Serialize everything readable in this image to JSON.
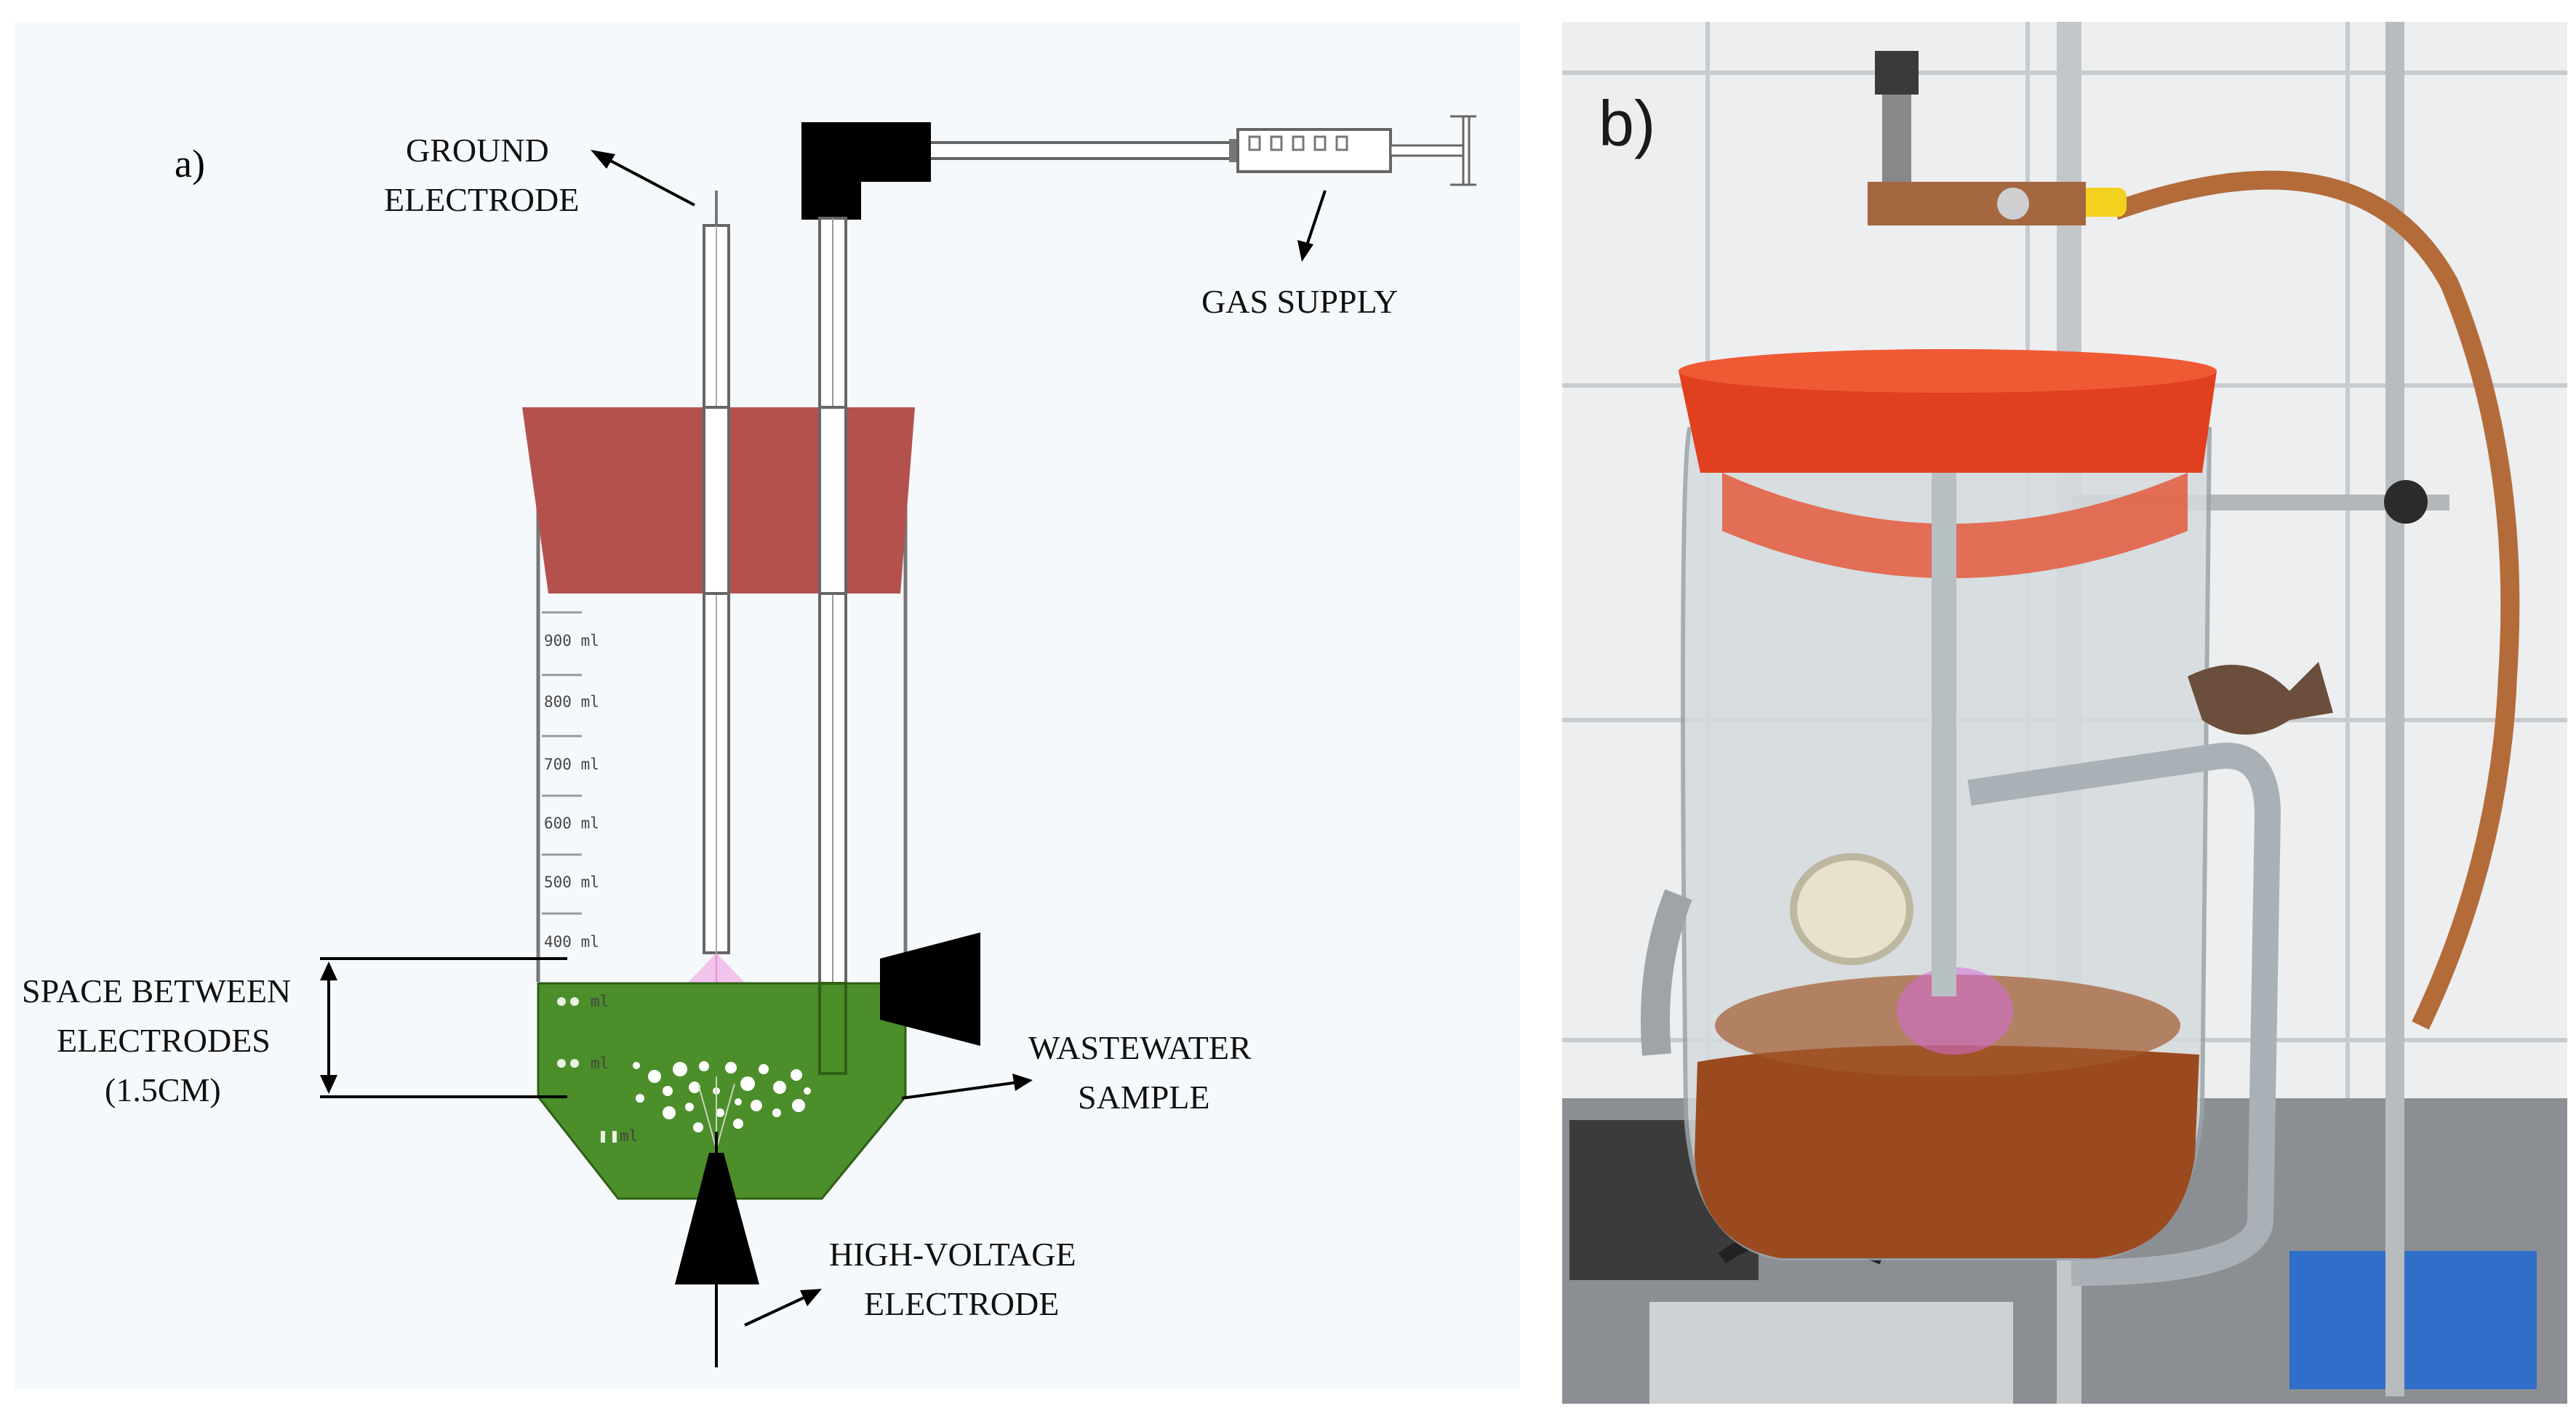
{
  "panel_a": {
    "letter": "a)",
    "labels": {
      "ground_line1": "GROUND",
      "ground_line2": "ELECTRODE",
      "gas_supply": "GAS SUPPLY",
      "space_line1": "SPACE BETWEEN",
      "space_line2": "ELECTRODES",
      "space_line3": "(1.5CM)",
      "wastewater_line1": "WASTEWATER",
      "wastewater_line2": "SAMPLE",
      "hv_line1": "HIGH-VOLTAGE",
      "hv_line2": "ELECTRODE"
    },
    "graduations": [
      "900 ml",
      "800 ml",
      "700 ml",
      "600 ml",
      "500 ml",
      "400 ml"
    ],
    "submerged_graduations": [
      "ml",
      "ml",
      "ml"
    ],
    "colors": {
      "lid": "#b5514c",
      "liquid": "#4c8e2a",
      "electrode_black": "#000000"
    }
  },
  "panel_b": {
    "letter": "b)",
    "colors": {
      "lid": "#e0401f",
      "liquid": "#9b4a1f",
      "tile": "#eceeef",
      "copper": "#b36b3a",
      "plasma": "#d46bd8"
    }
  }
}
